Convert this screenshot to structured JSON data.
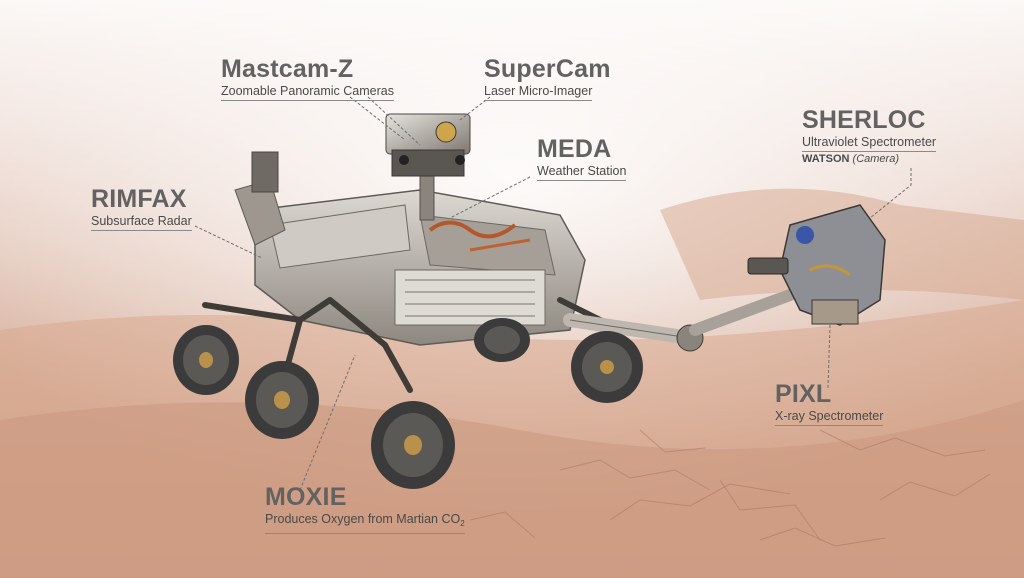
{
  "callouts": {
    "mastcam": {
      "title": "Mastcam-Z",
      "subtitle": "Zoomable Panoramic Cameras"
    },
    "supercam": {
      "title": "SuperCam",
      "subtitle": "Laser Micro-Imager"
    },
    "meda": {
      "title": "MEDA",
      "subtitle": "Weather Station"
    },
    "sherloc": {
      "title": "SHERLOC",
      "subtitle": "Ultraviolet Spectrometer",
      "extra_bold": "WATSON",
      "extra_italic": "(Camera)"
    },
    "rimfax": {
      "title": "RIMFAX",
      "subtitle": "Subsurface Radar"
    },
    "pixl": {
      "title": "PIXL",
      "subtitle": "X-ray Spectrometer"
    },
    "moxie": {
      "title": "MOXIE",
      "subtitle": "Produces Oxygen from Martian CO",
      "subtitle_sub": "2"
    }
  },
  "colors": {
    "label_text": "#626262",
    "leader_line": "#6e6e6e",
    "rover_body": "#b9b3ab",
    "wheel": "#3b3b3b",
    "terrain": "#c9977f"
  }
}
